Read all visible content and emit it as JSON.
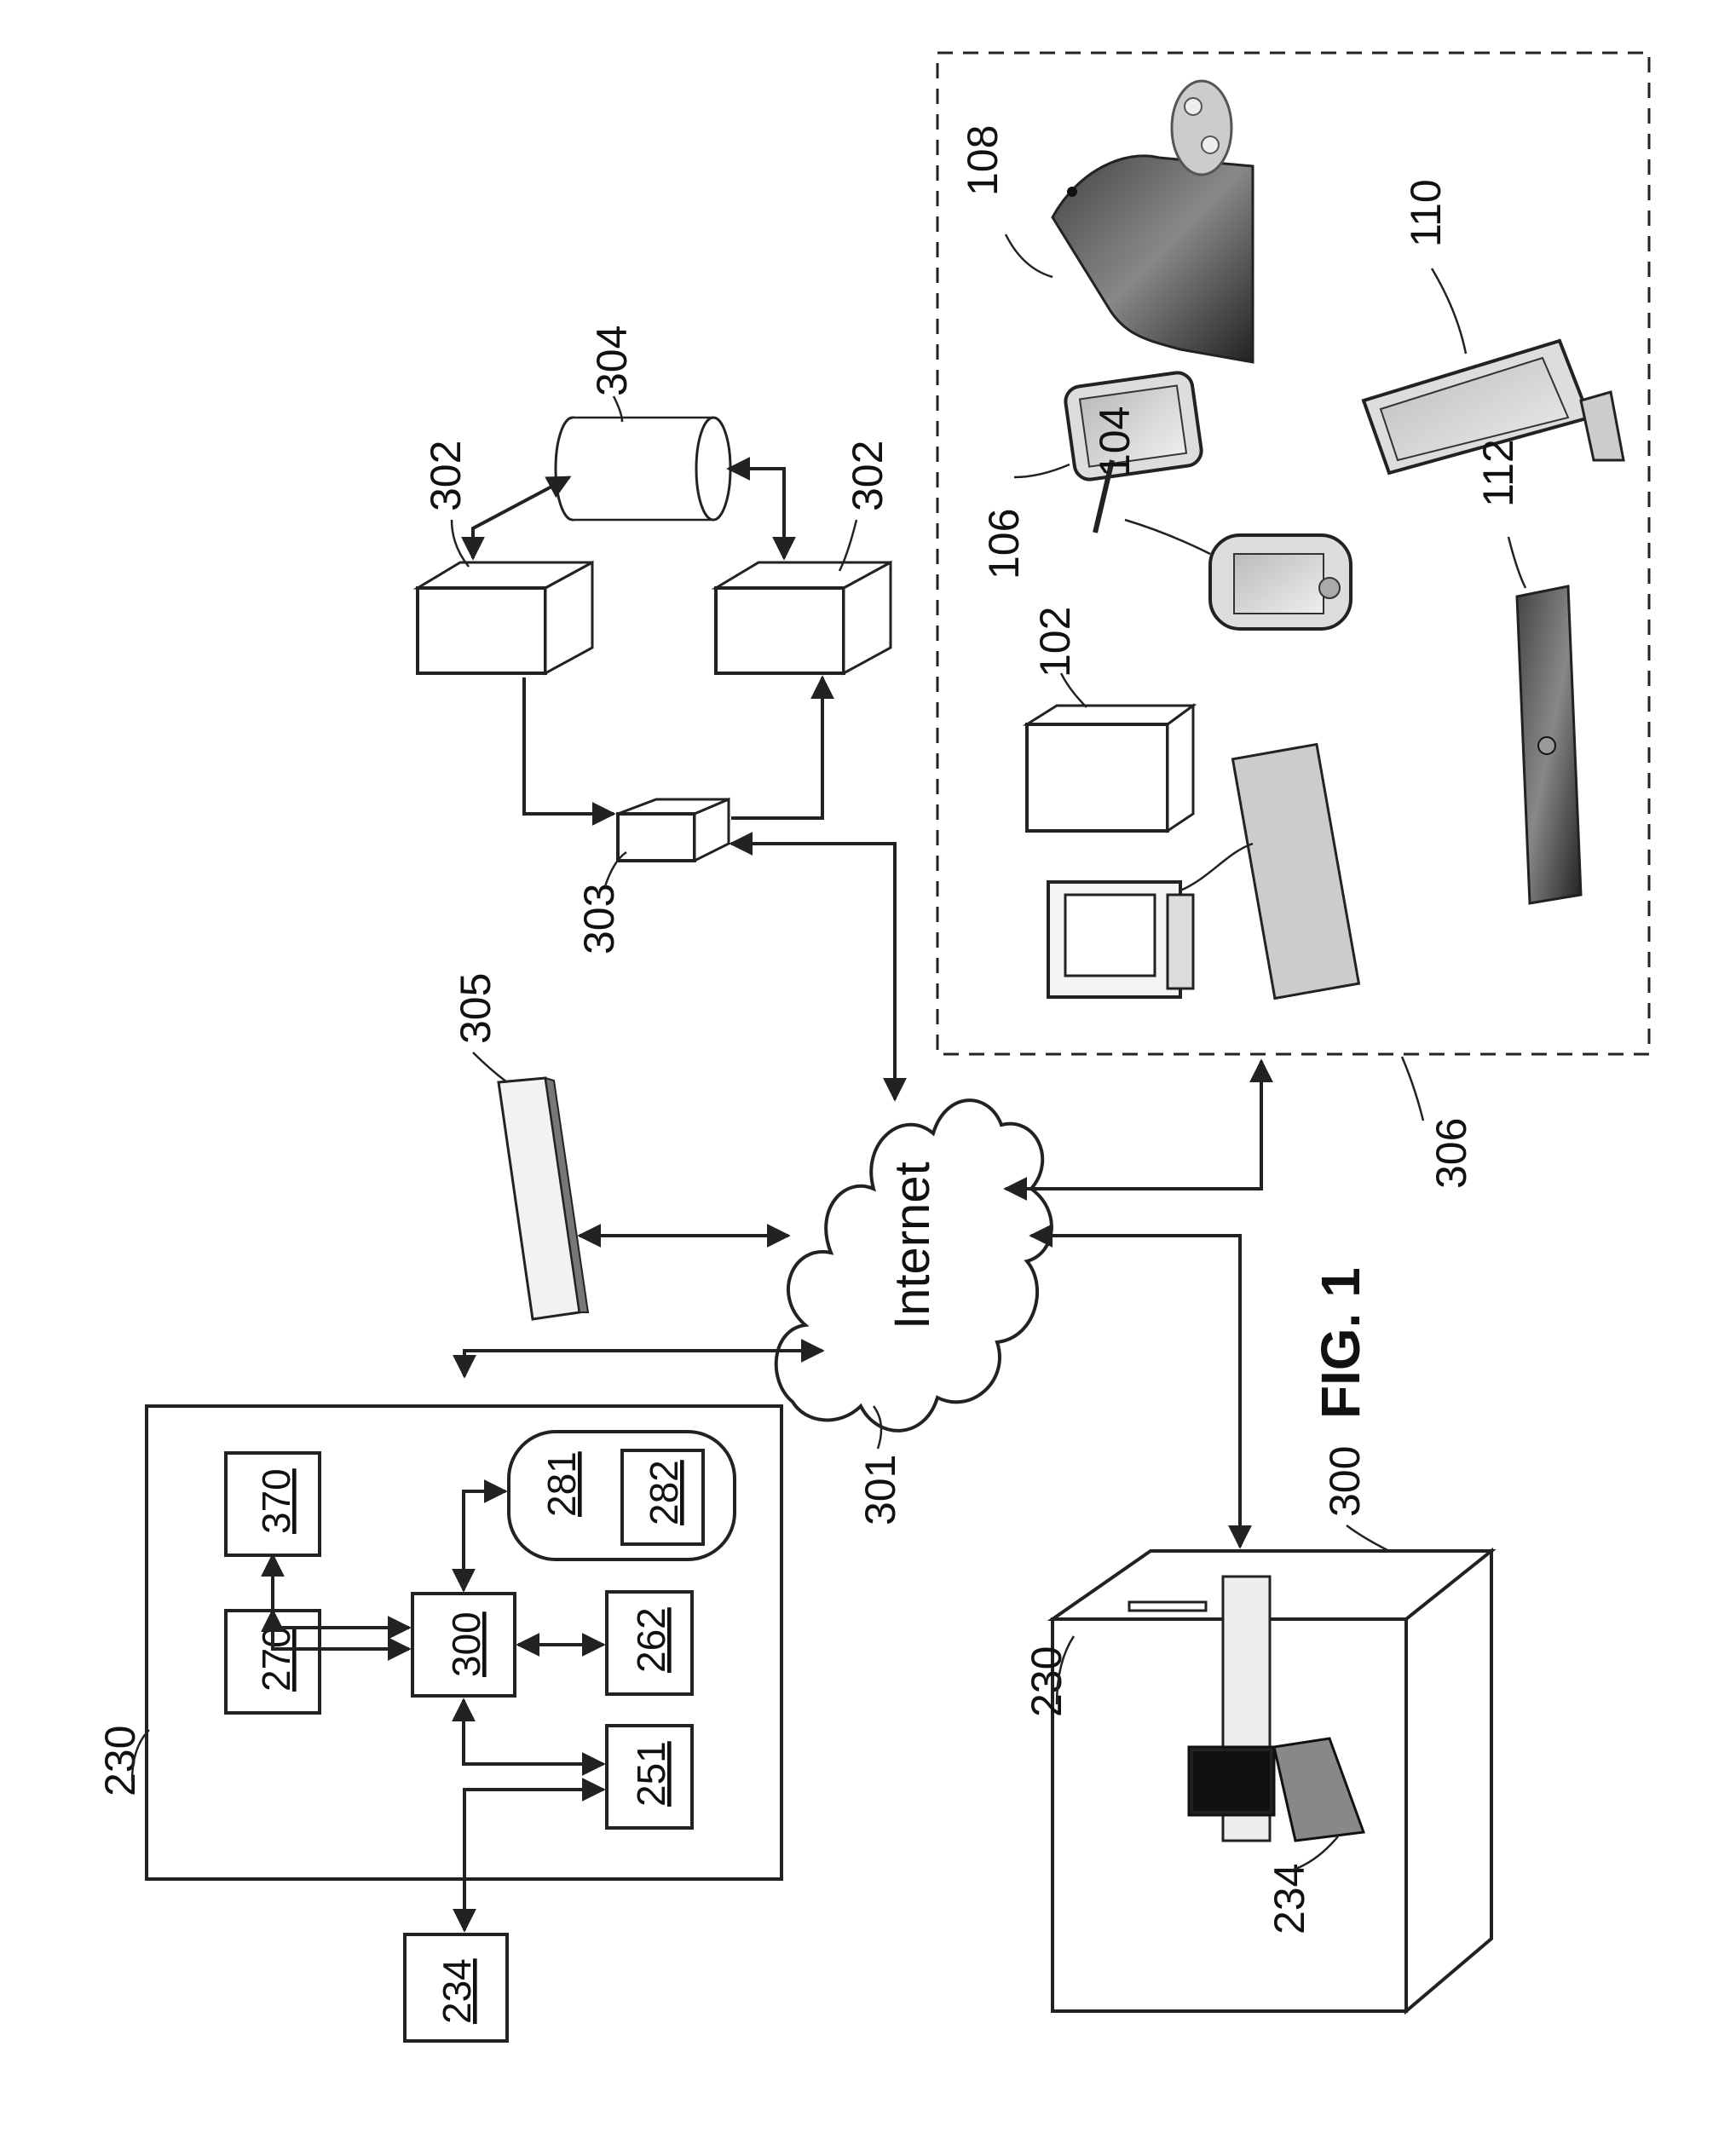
{
  "figure_label": "FIG. 1",
  "cloud_label": "Internet",
  "refs": {
    "r230_top": "230",
    "r230_bottom": "230",
    "r234_box": "234",
    "r234_laptop": "234",
    "r251": "251",
    "r262": "262",
    "r270": "270",
    "r281": "281",
    "r282": "282",
    "r300_box": "300",
    "r300_server": "300",
    "r370": "370",
    "r301": "301",
    "r302_top": "302",
    "r302_bottom": "302",
    "r303": "303",
    "r304": "304",
    "r305": "305",
    "r306": "306",
    "r102": "102",
    "r104": "104",
    "r106": "106",
    "r108": "108",
    "r110": "110",
    "r112": "112"
  }
}
